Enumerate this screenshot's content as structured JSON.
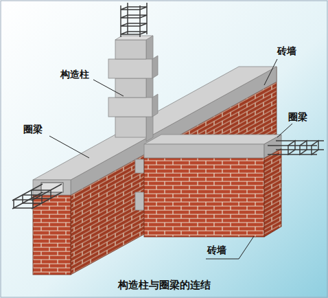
{
  "diagram": {
    "caption": "构造柱与圈梁的连结",
    "labels": [
      "构造柱",
      "砖墙",
      "圈梁",
      "圈梁",
      "砖墙"
    ]
  }
}
